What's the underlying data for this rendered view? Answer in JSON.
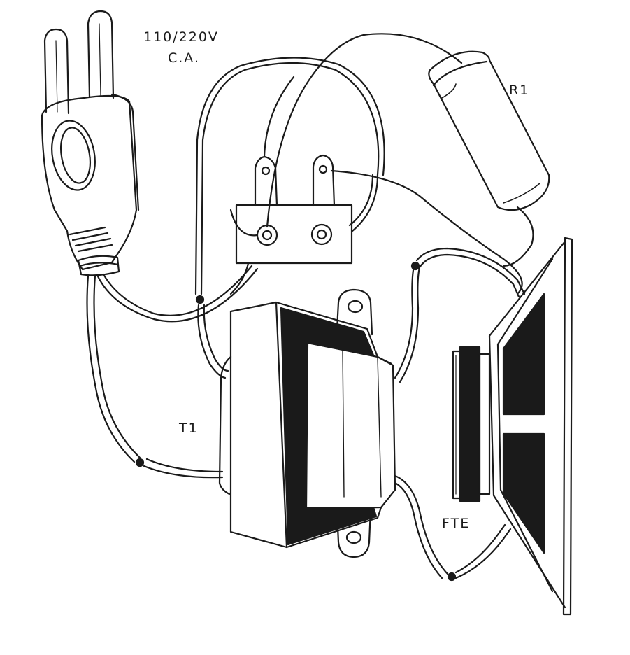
{
  "diagram": {
    "labels": {
      "voltage": "110/220V",
      "current_type": "C.A.",
      "resistor": "R1",
      "transformer": "T1",
      "speaker": "FTE"
    }
  }
}
